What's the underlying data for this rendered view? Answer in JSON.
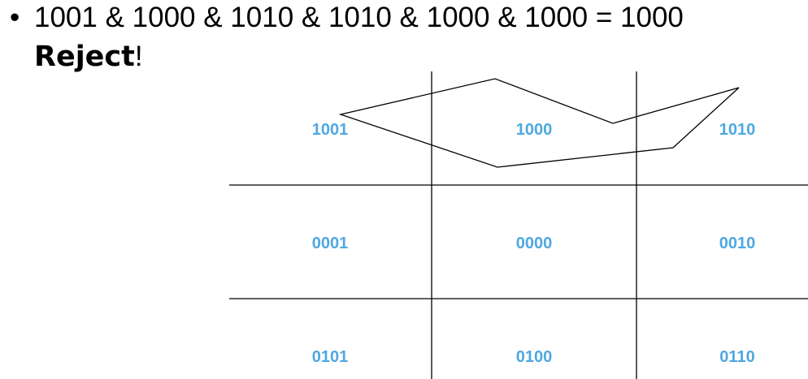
{
  "bullet": {
    "symbol": "•",
    "expression": "1001 & 1000 & 1010 & 1010 & 1000 & 1000 = 1000"
  },
  "verdict": {
    "word": "Reject",
    "punctuation": "!"
  },
  "grid": {
    "region_codes": [
      [
        "1001",
        "1000",
        "1010"
      ],
      [
        "0001",
        "0000",
        "0010"
      ],
      [
        "0101",
        "0100",
        "0110"
      ]
    ],
    "code_color": "#4fa8e0",
    "line_color": "#000000"
  }
}
